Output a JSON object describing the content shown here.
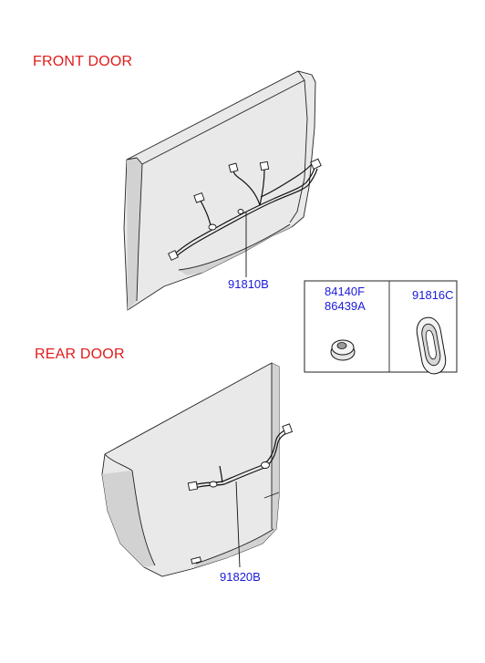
{
  "sections": {
    "front_title": "FRONT DOOR",
    "rear_title": "REAR DOOR"
  },
  "parts": {
    "front_harness": "91810B",
    "rear_harness": "91820B",
    "grommet_a": "84140F",
    "grommet_b": "86439A",
    "grommet_c": "91816C"
  },
  "colors": {
    "section_title": "#e11b1b",
    "part_label": "#1a1adc",
    "line": "#222222"
  }
}
